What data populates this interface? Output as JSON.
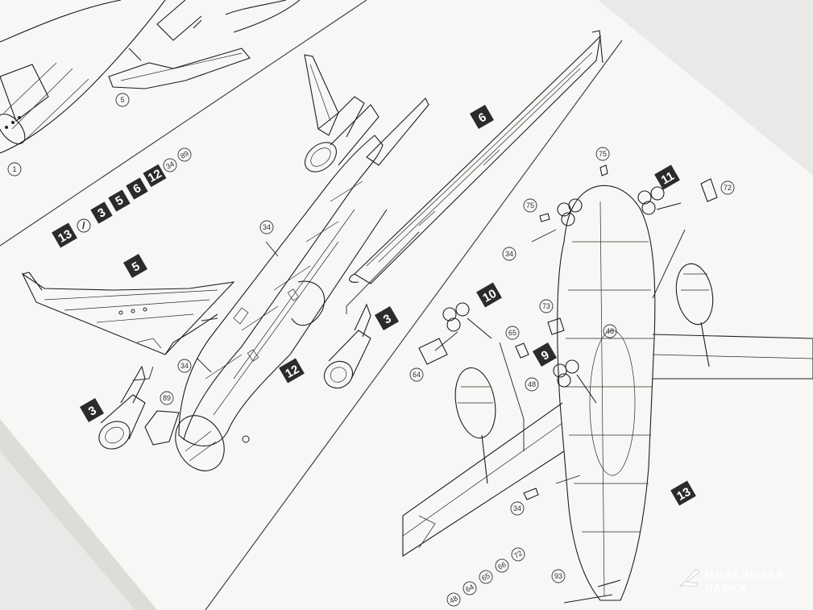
{
  "sheet": {
    "colors": {
      "paper": "#f7f7f5",
      "ink": "#1e1e1e",
      "badge": "#2b2b2b",
      "background": "#e9e9e7"
    }
  },
  "panel_left": {
    "circled_parts": [
      "1",
      "5",
      "34",
      "34",
      "89"
    ],
    "step_badges": [
      "5",
      "3",
      "3",
      "12"
    ],
    "sequence": {
      "badge_steps": [
        "13",
        "3",
        "5",
        "6",
        "12"
      ],
      "circled_parts": [
        "34",
        "89"
      ]
    }
  },
  "panel_mid": {
    "step_badges": [
      "6",
      "3"
    ],
    "circled_parts": [
      "34"
    ]
  },
  "panel_right": {
    "step_badges": [
      "11",
      "10",
      "9",
      "13"
    ],
    "circled_parts": [
      "75",
      "75",
      "72",
      "34",
      "73",
      "48",
      "65",
      "48",
      "64",
      "34",
      "93"
    ],
    "bottom_row_parts": [
      "48",
      "64",
      "65",
      "66",
      "72"
    ]
  },
  "watermark": {
    "line1": "МОДЕЛЬНАЯ",
    "line2": "ЛАВКА",
    "icon": "plane-logo-icon"
  }
}
